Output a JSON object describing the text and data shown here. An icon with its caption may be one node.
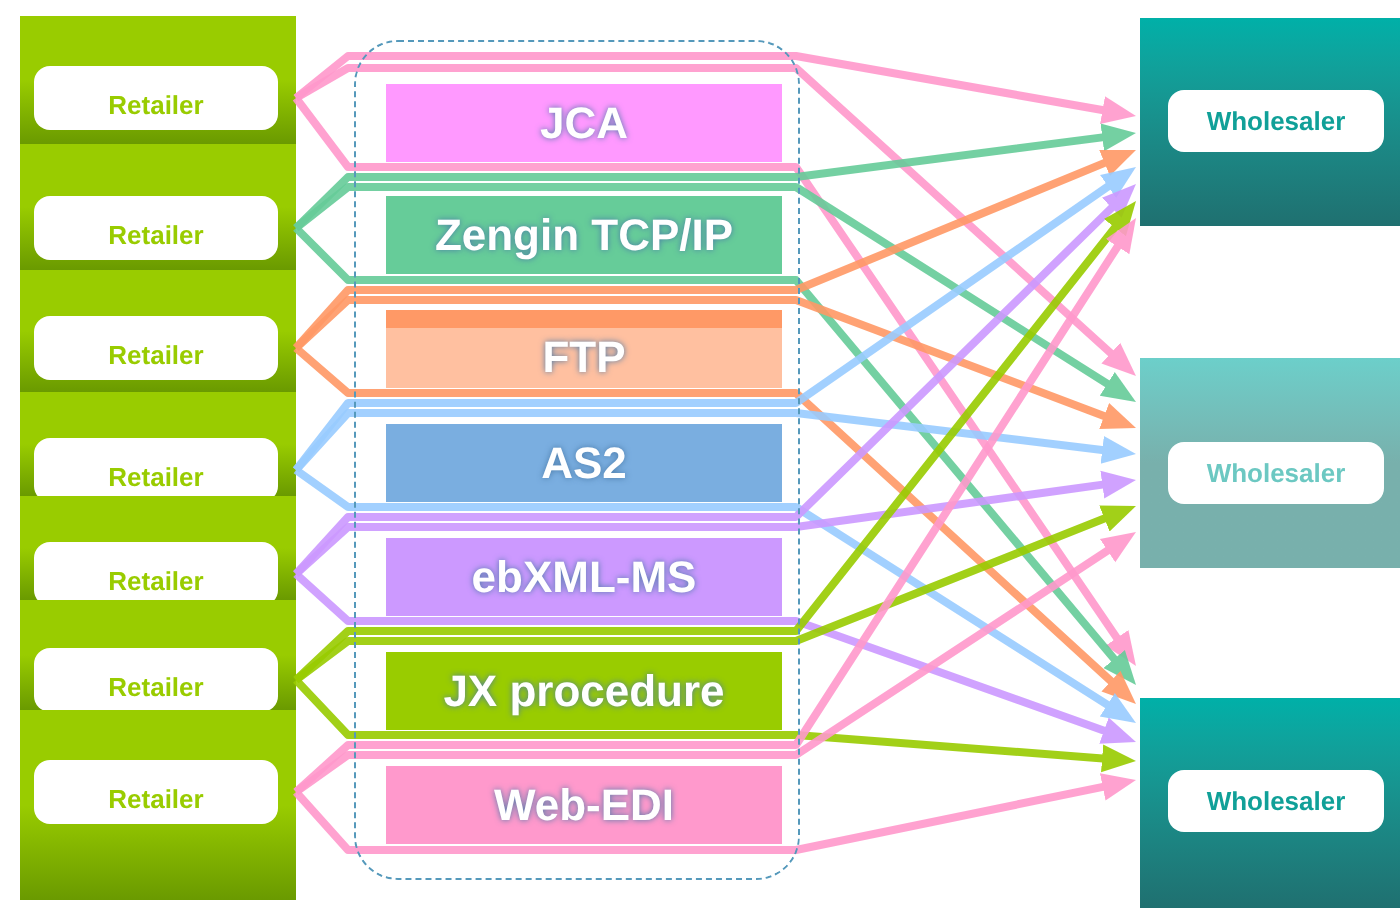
{
  "diagram": {
    "nodes": [
      {
        "text": [
          "Retailer"
        ]
      },
      {
        "text": [
          "Retailer"
        ]
      },
      {
        "text": [
          "Retailer"
        ]
      },
      {
        "text": [
          "Retailer"
        ]
      },
      {
        "text": [
          "Retailer"
        ]
      },
      {
        "text": [
          "Retailer"
        ]
      },
      {
        "text": [
          "Retailer"
        ]
      },
      {
        "text": [],
        "shape": "box"
      },
      {
        "text": [
          "JCA"
        ],
        "in": 7
      },
      {
        "text": [
          "Zengin TCP/IP"
        ],
        "in": 7
      },
      {
        "text": [
          "FTP"
        ],
        "in": 7
      },
      {
        "text": [
          "AS2"
        ],
        "in": 7
      },
      {
        "text": [
          "ebXML-MS"
        ],
        "in": 7
      },
      {
        "text": [
          "JX procedure"
        ],
        "in": 7
      },
      {
        "text": [
          "Web-EDI"
        ],
        "in": 7
      },
      {
        "text": [
          "Wholesaler"
        ]
      },
      {
        "text": [
          "Wholesaler"
        ]
      },
      {
        "text": [
          "Wholesaler"
        ]
      }
    ],
    "edges": [
      {
        "from": 0,
        "to": 15,
        "arrow": "to",
        "color": "#ff99cc"
      },
      {
        "from": 0,
        "to": 16,
        "arrow": "to",
        "color": "#ff99cc"
      },
      {
        "from": 0,
        "to": 17,
        "arrow": "to",
        "color": "#ff99cc"
      },
      {
        "from": 1,
        "to": 15,
        "arrow": "to",
        "color": "#66cc99"
      },
      {
        "from": 1,
        "to": 16,
        "arrow": "to",
        "color": "#66cc99"
      },
      {
        "from": 1,
        "to": 17,
        "arrow": "to",
        "color": "#66cc99"
      },
      {
        "from": 2,
        "to": 15,
        "arrow": "to",
        "color": "#ff9966"
      },
      {
        "from": 2,
        "to": 16,
        "arrow": "to",
        "color": "#ff9966"
      },
      {
        "from": 2,
        "to": 17,
        "arrow": "to",
        "color": "#ff9966"
      },
      {
        "from": 3,
        "to": 15,
        "arrow": "to",
        "color": "#99ccff"
      },
      {
        "from": 3,
        "to": 16,
        "arrow": "to",
        "color": "#99ccff"
      },
      {
        "from": 3,
        "to": 17,
        "arrow": "to",
        "color": "#99ccff"
      },
      {
        "from": 4,
        "to": 15,
        "arrow": "to",
        "color": "#cc99ff"
      },
      {
        "from": 4,
        "to": 16,
        "arrow": "to",
        "color": "#cc99ff"
      },
      {
        "from": 4,
        "to": 17,
        "arrow": "to",
        "color": "#cc99ff"
      },
      {
        "from": 5,
        "to": 15,
        "arrow": "to",
        "color": "#99cc00"
      },
      {
        "from": 5,
        "to": 16,
        "arrow": "to",
        "color": "#99cc00"
      },
      {
        "from": 5,
        "to": 17,
        "arrow": "to",
        "color": "#99cc00"
      },
      {
        "from": 6,
        "to": 15,
        "arrow": "to",
        "color": "#ff99cc"
      },
      {
        "from": 6,
        "to": 16,
        "arrow": "to",
        "color": "#ff99cc"
      },
      {
        "from": 6,
        "to": 17,
        "arrow": "to",
        "color": "#ff99cc"
      }
    ]
  }
}
